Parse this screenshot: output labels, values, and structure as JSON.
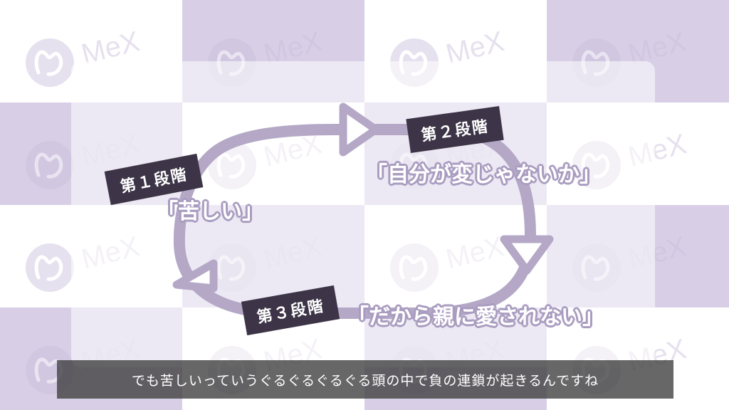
{
  "background": {
    "watermark_text": "MeX",
    "watermark_icon": "mex-logo-icon",
    "checker_color": "#d8cfe6",
    "light_color": "#ffffff"
  },
  "diagram": {
    "loop_color": "#b4a8c6",
    "arrow_icon": "triangle-arrow-icon",
    "stages": [
      {
        "badge": "第１段階",
        "text": "「苦しい」"
      },
      {
        "badge": "第２段階",
        "text": "「自分が変じゃないか」"
      },
      {
        "badge": "第３段階",
        "text": "「だから親に愛されない」"
      }
    ]
  },
  "caption": {
    "text": "でも苦しいっていうぐるぐるぐるぐる頭の中で負の連鎖が起きるんですね"
  }
}
